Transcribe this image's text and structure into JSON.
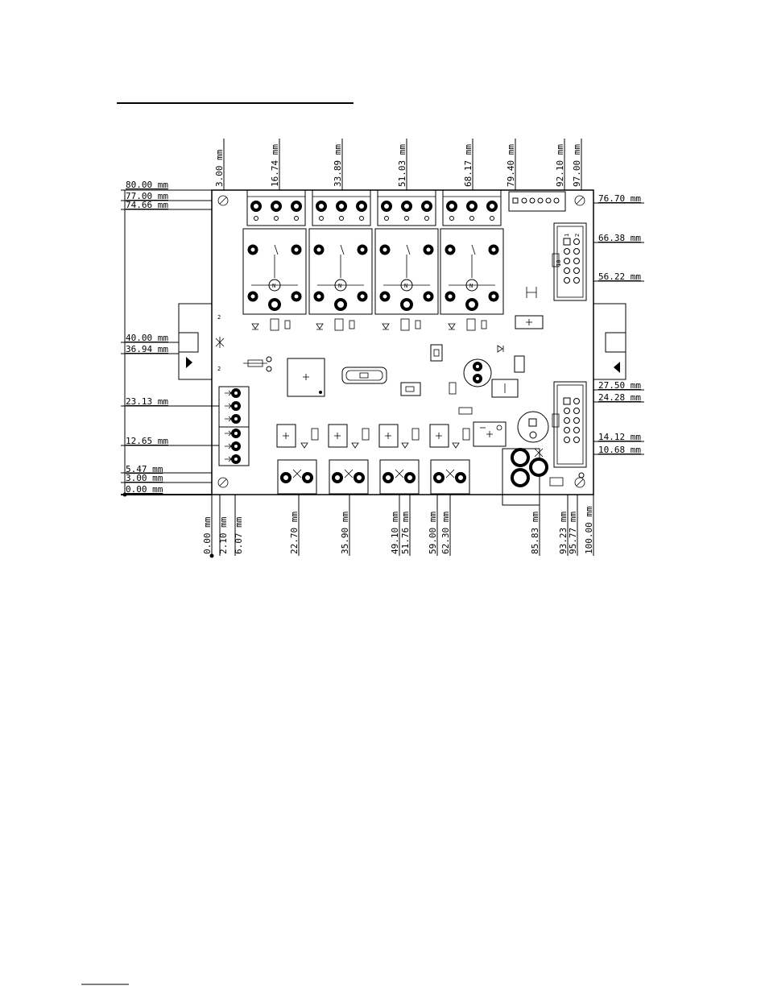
{
  "drawing": {
    "left_dims": [
      "80.00 mm",
      "77.00 mm",
      "74.66 mm",
      "40.00 mm",
      "36.94 mm",
      "23.13 mm",
      "12.65 mm",
      "5.47 mm",
      "3.00 mm",
      "0.00 mm"
    ],
    "top_dims": [
      "3.00 mm",
      "16.74 mm",
      "33.89 mm",
      "51.03 mm",
      "68.17 mm",
      "79.40 mm",
      "92.10 mm",
      "97.00 mm"
    ],
    "right_dims": [
      "76.70 mm",
      "66.38 mm",
      "56.22 mm",
      "27.50 mm",
      "24.28 mm",
      "14.12 mm",
      "10.68 mm"
    ],
    "bottom_dims": [
      "0.00 mm",
      "2.10 mm",
      "6.07 mm",
      "22.70 mm",
      "35.90 mm",
      "49.10 mm",
      "51.76 mm",
      "59.00 mm",
      "62.30 mm",
      "85.83 mm",
      "93.23 mm",
      "95.77 mm",
      "100.00 mm"
    ],
    "connector_pin_labels": [
      "1",
      "2",
      "10"
    ],
    "board_markings": [
      "2",
      "2"
    ]
  }
}
